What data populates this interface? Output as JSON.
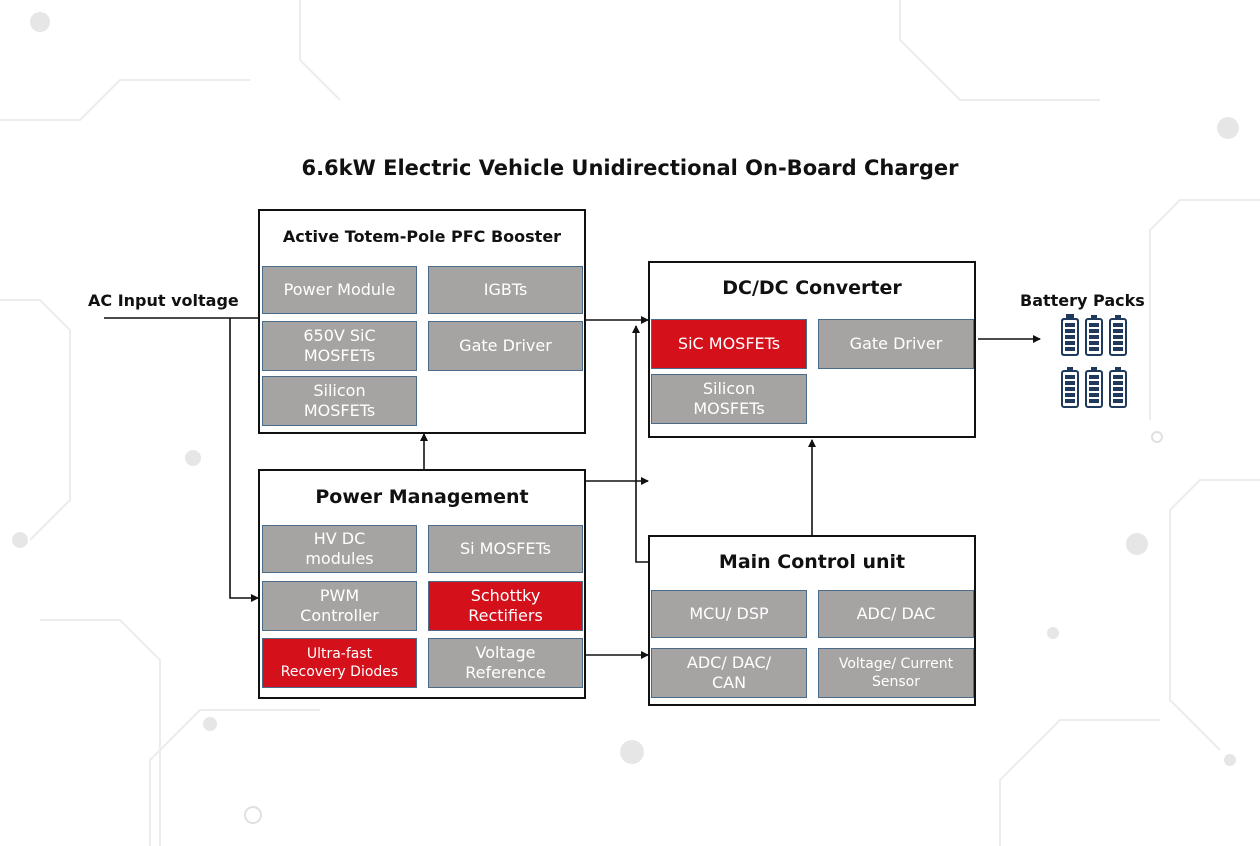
{
  "title": "6.6kW Electric Vehicle Unidirectional On-Board Charger",
  "input_label": "AC Input voltage",
  "output_label": "Battery Packs",
  "blocks": {
    "pfc": {
      "title": "Active Totem-Pole PFC Booster",
      "components": [
        "Power Module",
        "IGBTs",
        "650V SiC\nMOSFETs",
        "Gate Driver",
        "Silicon\nMOSFETs"
      ]
    },
    "dcdc": {
      "title": "DC/DC Converter",
      "components": [
        "SiC MOSFETs",
        "Gate Driver",
        "Silicon\nMOSFETs"
      ]
    },
    "power_mgmt": {
      "title": "Power Management",
      "components": [
        "HV DC\nmodules",
        "Si MOSFETs",
        "PWM\nController",
        "Schottky\nRectifiers",
        "Ultra-fast\nRecovery Diodes",
        "Voltage\nReference"
      ]
    },
    "mcu": {
      "title": "Main Control unit",
      "components": [
        "MCU/ DSP",
        "ADC/ DAC",
        "ADC/ DAC/\nCAN",
        "Voltage/ Current\nSensor"
      ]
    }
  },
  "colors": {
    "component_gray": "#a6a4a3",
    "highlight_red": "#d4101b",
    "battery_blue": "#1f3a5c"
  }
}
